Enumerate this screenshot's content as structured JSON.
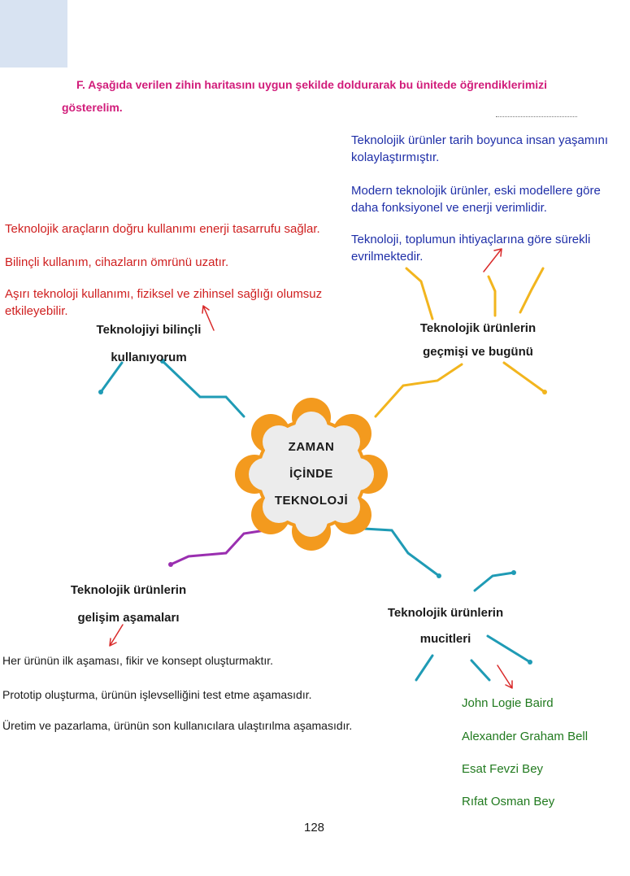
{
  "header": {
    "instruction_line1": "F. Aşağıda verilen zihin haritasını uygun şekilde doldurarak bu ünitede öğrendiklerimizi",
    "instruction_line2": "gösterelim."
  },
  "center": {
    "line1": "ZAMAN",
    "line2": "İÇİNDE",
    "line3": "TEKNOLOJİ"
  },
  "branches": {
    "top_right": {
      "line1": "Teknolojik ürünlerin",
      "line2": "geçmişi ve bugünü"
    },
    "top_left": {
      "line1": "Teknolojiyi bilinçli",
      "line2": "kullanıyorum"
    },
    "bottom_left": {
      "line1": "Teknolojik ürünlerin",
      "line2": "gelişim aşamaları"
    },
    "bottom_right": {
      "line1": "Teknolojik ürünlerin",
      "line2": "mucitleri"
    }
  },
  "answers": {
    "history": {
      "item1_line1": "Teknolojik ürünler tarih boyunca insan yaşamını",
      "item1_line2": "kolaylaştırmıştır.",
      "item2_line1": "Modern teknolojik ürünler, eski modellere göre",
      "item2_line2": "daha fonksiyonel ve enerji verimlidir.",
      "item3_line1": "Teknoloji, toplumun ihtiyaçlarına göre sürekli",
      "item3_line2": "evrilmektedir."
    },
    "conscious_use": {
      "item1": "Teknolojik araçların doğru kullanımı enerji tasarrufu sağlar.",
      "item2": "Bilinçli kullanım, cihazların ömrünü uzatır.",
      "item3_line1": "Aşırı teknoloji kullanımı, fiziksel ve zihinsel sağlığı olumsuz",
      "item3_line2": "etkileyebilir."
    },
    "development_stages": {
      "item1": "Her ürünün ilk aşaması, fikir ve konsept oluşturmaktır.",
      "item2": "Prototip oluşturma, ürünün işlevselliğini test etme aşamasıdır.",
      "item3": "Üretim ve pazarlama, ürünün son kullanıcılara ulaştırılma aşamasıdır."
    },
    "inventors": [
      "John Logie Baird",
      "Alexander Graham Bell",
      "Esat Fevzi Bey",
      "Rıfat Osman Bey"
    ]
  },
  "page_number": "128",
  "colors": {
    "instruction": "#d11c7a",
    "history_answers": "#1f2fa8",
    "conscious_answers": "#cf1f1f",
    "inventor_answers": "#217a1f",
    "center_ring": "#f39a1e",
    "branch_yellow": "#f2b51e",
    "branch_teal": "#1f9bb5",
    "branch_purple": "#9a2fb0",
    "arrow_red": "#d92a2a"
  }
}
